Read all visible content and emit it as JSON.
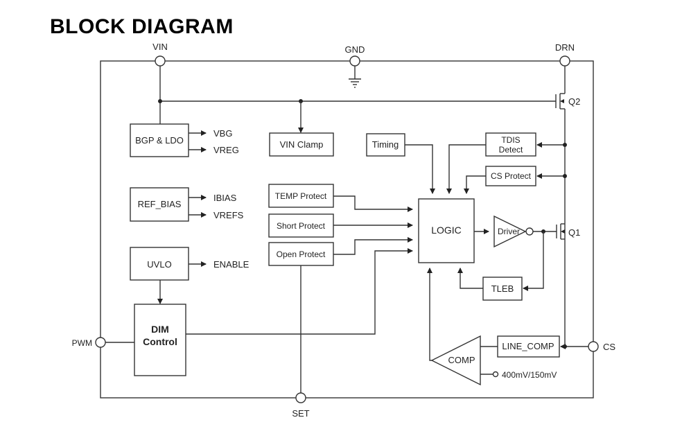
{
  "title": "BLOCK DIAGRAM",
  "pins": {
    "vin": "VIN",
    "gnd": "GND",
    "drn": "DRN",
    "pwm": "PWM",
    "cs": "CS",
    "set": "SET"
  },
  "blocks": {
    "bgp_ldo": "BGP & LDO",
    "ref_bias": "REF_BIAS",
    "uvlo": "UVLO",
    "dim_control_line1": "DIM",
    "dim_control_line2": "Control",
    "vin_clamp": "VIN Clamp",
    "temp_protect": "TEMP Protect",
    "short_protect": "Short Protect",
    "open_protect": "Open Protect",
    "timing": "Timing",
    "tdis_line1": "TDIS",
    "tdis_line2": "Detect",
    "cs_protect": "CS Protect",
    "logic": "LOGIC",
    "driver": "Driver",
    "tleb": "TLEB",
    "line_comp": "LINE_COMP",
    "comp": "COMP"
  },
  "signals": {
    "vbg": "VBG",
    "vreg": "VREG",
    "ibias": "IBIAS",
    "vrefs": "VREFS",
    "enable": "ENABLE",
    "vref": "400mV/150mV"
  },
  "transistors": {
    "q1": "Q1",
    "q2": "Q2"
  }
}
